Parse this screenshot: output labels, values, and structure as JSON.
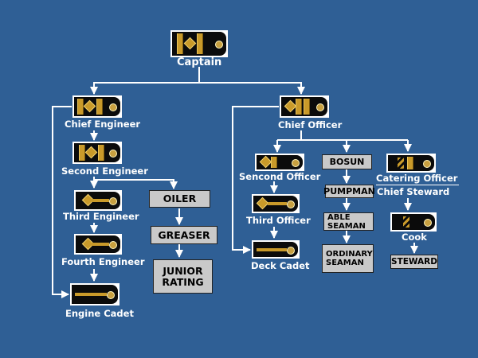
{
  "nodes": {
    "captain": "Captain",
    "chief_engineer": "Chief Engineer",
    "second_engineer": "Second Engineer",
    "third_engineer": "Third Engineer",
    "fourth_engineer": "Fourth Engineer",
    "engine_cadet": "Engine Cadet",
    "oiler": "OILER",
    "greaser": "GREASER",
    "junior_rating": "JUNIOR RATING",
    "chief_officer": "Chief Officer",
    "second_officer": "Sencond Officer",
    "third_officer": "Third Officer",
    "deck_cadet": "Deck Cadet",
    "bosun": "BOSUN",
    "pumpman": "PUMPMAN",
    "able_seaman": "ABLE SEAMAN",
    "ordinary_seaman": "ORDINARY SEAMAN",
    "catering_officer": "Catering Officer",
    "chief_steward": "Chief Steward",
    "cook": "Cook",
    "steward": "STEWARD"
  },
  "colors": {
    "background": "#2f5f95",
    "connector": "#ffffff",
    "insignia_gold": "#c99a2a",
    "box_fill": "#c9c9c9"
  },
  "icons": {
    "rank": "epaulette-icon"
  }
}
